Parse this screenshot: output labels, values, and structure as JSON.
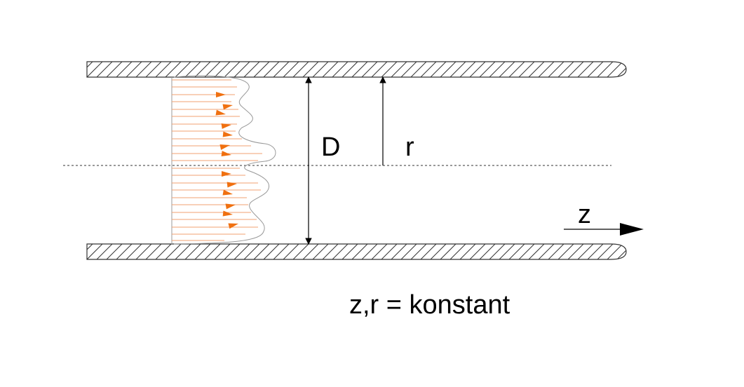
{
  "labels": {
    "diameter": "D",
    "radius": "r",
    "axis": "z",
    "condition": "z,r = konstant"
  },
  "colors": {
    "wall_stroke": "#333333",
    "hatch": "#333333",
    "centerline": "#333333",
    "dimension": "#000000",
    "flow_lines": "#f0a070",
    "flow_arrows": "#f07010",
    "profile_outline": "#999999"
  }
}
